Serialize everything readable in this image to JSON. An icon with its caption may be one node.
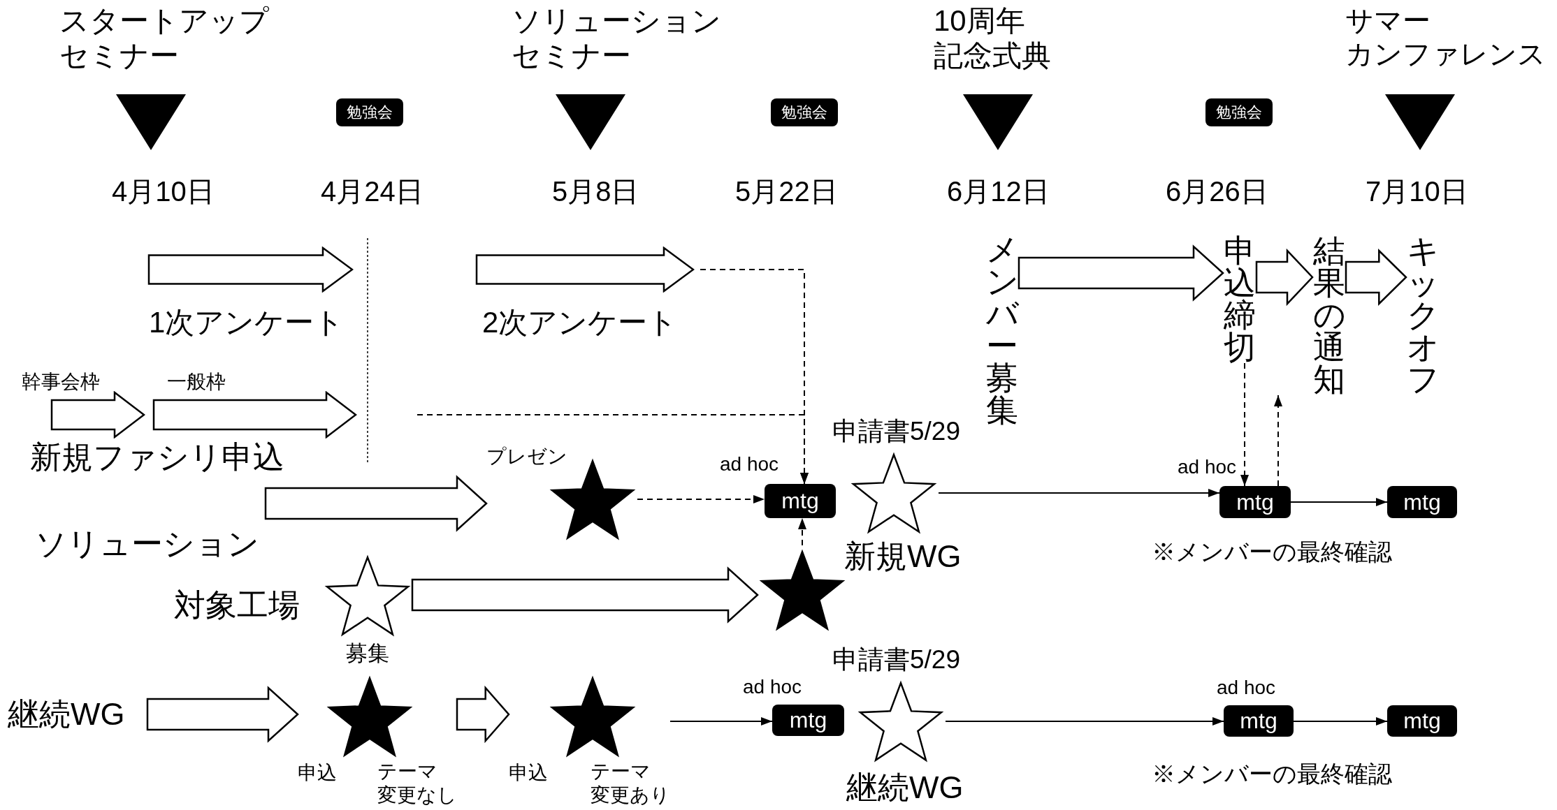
{
  "diagram": {
    "nodes": [
      {
        "text": [
          "スタートアップセミナー"
        ]
      },
      {
        "text": [
          "勉強会"
        ]
      },
      {
        "text": [
          "ソリューションセミナー"
        ]
      },
      {
        "text": [
          "勉強会"
        ]
      },
      {
        "text": [
          "10周年記念式典"
        ]
      },
      {
        "text": [
          "勉強会"
        ]
      },
      {
        "text": [
          "サマーカンファレンス"
        ]
      },
      {
        "text": [
          "1次アンケート"
        ]
      },
      {
        "text": [
          "2次アンケート"
        ]
      },
      {
        "text": [
          "メンバー募集"
        ]
      },
      {
        "text": [
          "申込締切"
        ]
      },
      {
        "text": [
          "結果の通知"
        ]
      },
      {
        "text": [
          "キックオフ"
        ]
      },
      {
        "text": [
          "幹事会枠"
        ]
      },
      {
        "text": [
          "一般枠"
        ]
      },
      {
        "text": [
          "プレゼン"
        ]
      },
      {
        "text": [
          "mtg"
        ],
        "beside": [
          "ad hoc"
        ]
      },
      {
        "text": [],
        "shape": "star"
      },
      {
        "text": [
          "mtg"
        ],
        "beside": [
          "ad hoc"
        ]
      },
      {
        "text": [
          "mtg"
        ]
      },
      {
        "text": [
          "ソリューション"
        ]
      },
      {
        "text": [
          "募集"
        ]
      },
      {
        "text": [],
        "shape": "star"
      },
      {
        "text": [
          "継続WG"
        ]
      },
      {
        "text": [
          "申込",
          "テーマ変更なし"
        ]
      },
      {
        "text": [
          "申込",
          "テーマ変更あり"
        ]
      },
      {
        "text": [
          "mtg"
        ],
        "beside": [
          "ad hoc"
        ]
      },
      {
        "text": [],
        "shape": "star"
      },
      {
        "text": [
          "mtg"
        ],
        "beside": [
          "ad hoc"
        ]
      },
      {
        "text": [
          "mtg"
        ]
      }
    ],
    "edges": [
      {
        "from": 8,
        "to": 16,
        "arrow": "to",
        "style": "dashed"
      },
      {
        "from": null,
        "to": 16,
        "arrow": "to",
        "style": "dashed"
      },
      {
        "from": 9,
        "to": 10,
        "arrow": "to",
        "style": "thick"
      },
      {
        "from": 10,
        "to": 11,
        "arrow": "to",
        "style": "thick"
      },
      {
        "from": 11,
        "to": 12,
        "arrow": "to",
        "style": "thick"
      },
      {
        "from": 10,
        "to": 18,
        "arrow": "to",
        "style": "dashed"
      },
      {
        "from": 18,
        "to": 11,
        "arrow": "to",
        "style": "dashed"
      },
      {
        "from": 20,
        "to": 15,
        "arrow": "to",
        "style": "thick"
      },
      {
        "from": 15,
        "to": 16,
        "arrow": "to",
        "style": "dashed"
      },
      {
        "from": 17,
        "to": 18,
        "arrow": "to"
      },
      {
        "from": 18,
        "to": 19,
        "arrow": "to"
      },
      {
        "from": 21,
        "to": 22,
        "arrow": "to",
        "style": "thick"
      },
      {
        "from": 22,
        "to": 16,
        "arrow": "to",
        "style": "dashed"
      },
      {
        "from": 23,
        "to": 24,
        "arrow": "to",
        "style": "thick"
      },
      {
        "from": 24,
        "to": 25,
        "arrow": "to",
        "style": "thick"
      },
      {
        "from": 25,
        "to": 26,
        "arrow": "to"
      },
      {
        "from": 27,
        "to": 28,
        "arrow": "to"
      },
      {
        "from": 28,
        "to": 29,
        "arrow": "to"
      }
    ],
    "labels": [
      "4月10日",
      "4月24日",
      "5月8日",
      "5月22日",
      "6月12日",
      "6月26日",
      "7月10日",
      "新規ファシリ申込",
      "申請書5/29",
      "新規WG",
      "※メンバーの最終確認",
      "対象工場",
      "申請書5/29",
      "継続WG",
      "※メンバーの最終確認"
    ]
  }
}
